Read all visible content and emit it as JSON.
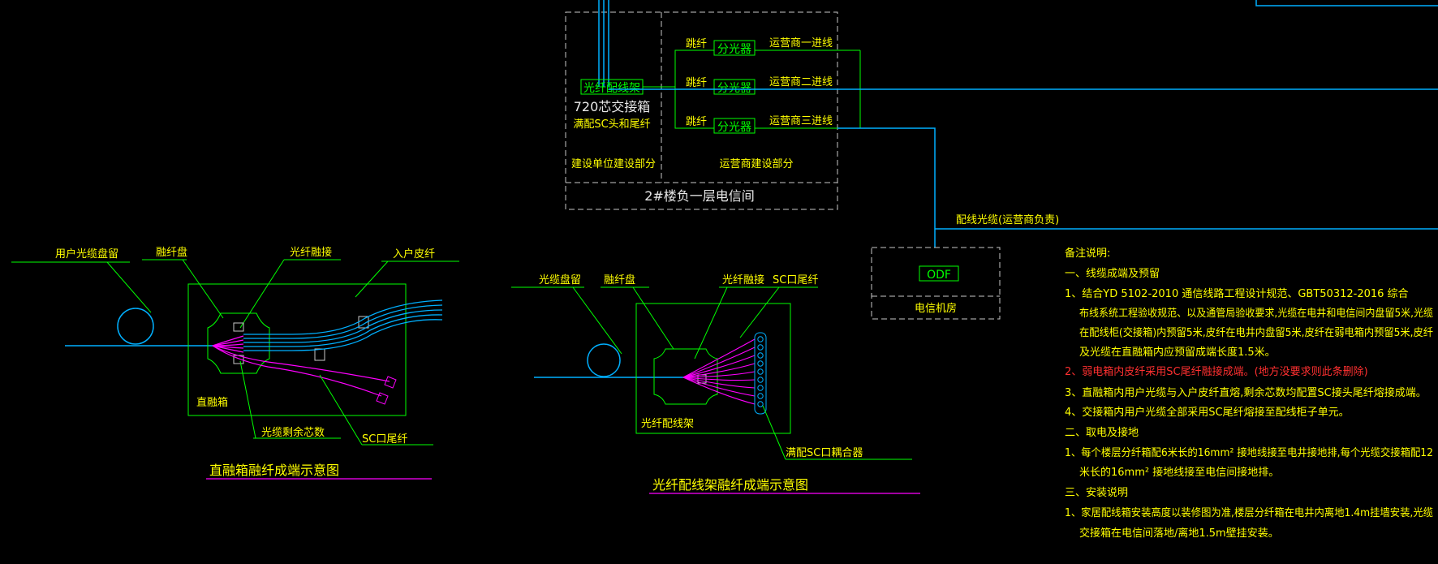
{
  "colors": {
    "background": "#000000",
    "cad_yellow": "#ffff00",
    "cad_green": "#00ff00",
    "cad_blue": "#00b0ff",
    "cad_magenta": "#ff00ff",
    "cad_white": "#e8e8e8",
    "cad_red": "#ff3030"
  },
  "telecom_room": {
    "odf_label": "光纤配线架",
    "box_label": "720芯交接箱",
    "box_note": "满配SC头和尾纤",
    "builder_part": "建设单位建设部分",
    "operator_part": "运营商建设部分",
    "room_title": "2#楼负一层电信间",
    "rows": [
      {
        "jumper": "跳纤",
        "splitter": "分光器",
        "line": "运营商一进线"
      },
      {
        "jumper": "跳纤",
        "splitter": "分光器",
        "line": "运营商二进线"
      },
      {
        "jumper": "跳纤",
        "splitter": "分光器",
        "line": "运营商三进线"
      }
    ]
  },
  "distribution_cable_label": "配线光缆(运营商负责)",
  "telecom_machine_room": {
    "odf": "ODF",
    "name": "电信机房"
  },
  "diagram_left": {
    "title": "直融箱融纤成端示意图",
    "labels": {
      "user_cable_coil": "用户光缆盘留",
      "splice_tray": "融纤盘",
      "fiber_splice": "光纤融接",
      "drop_cable": "入户皮纤",
      "box_name": "直融箱",
      "remaining_cores": "光缆剩余芯数",
      "sc_pigtail": "SC口尾纤"
    }
  },
  "diagram_middle": {
    "title": "光纤配线架融纤成端示意图",
    "labels": {
      "cable_coil": "光缆盘留",
      "splice_tray": "融纤盘",
      "fiber_splice": "光纤融接",
      "sc_pigtail": "SC口尾纤",
      "frame_name": "光纤配线架",
      "adapter": "满配SC口耦合器"
    }
  },
  "notes": {
    "title": "备注说明:",
    "lines": [
      {
        "text": "一、线缆成端及预留",
        "style": "y"
      },
      {
        "text": "1、结合YD 5102-2010  通信线路工程设计规范、GBT50312-2016  综合",
        "style": "y"
      },
      {
        "text": "布线系统工程验收规范、以及通管局验收要求,光缆在电井和电信间内盘留5米,光缆",
        "style": "y"
      },
      {
        "text": "在配线柜(交接箱)内预留5米,皮纤在电井内盘留5米,皮纤在弱电箱内预留5米,皮纤",
        "style": "y"
      },
      {
        "text": "及光缆在直融箱内应预留成端长度1.5米。",
        "style": "y"
      },
      {
        "text": "2、弱电箱内皮纤采用SC尾纤融接成端。(地方没要求则此条删除)",
        "style": "r"
      },
      {
        "text": "3、直融箱内用户光缆与入户皮纤直熔,剩余芯数均配置SC接头尾纤熔接成端。",
        "style": "y"
      },
      {
        "text": "4、交接箱内用户光缆全部采用SC尾纤熔接至配线柜子单元。",
        "style": "y"
      },
      {
        "text": "二、取电及接地",
        "style": "y"
      },
      {
        "text": "1、每个楼层分纤箱配6米长的16mm² 接地线接至电井接地排,每个光缆交接箱配12",
        "style": "y"
      },
      {
        "text": "米长的16mm² 接地线接至电信间接地排。",
        "style": "y"
      },
      {
        "text": "三、安装说明",
        "style": "y"
      },
      {
        "text": "1、家居配线箱安装高度以装修图为准,楼层分纤箱在电井内离地1.4m挂墙安装,光缆",
        "style": "y"
      },
      {
        "text": "交接箱在电信间落地/离地1.5m壁挂安装。",
        "style": "y"
      }
    ]
  }
}
